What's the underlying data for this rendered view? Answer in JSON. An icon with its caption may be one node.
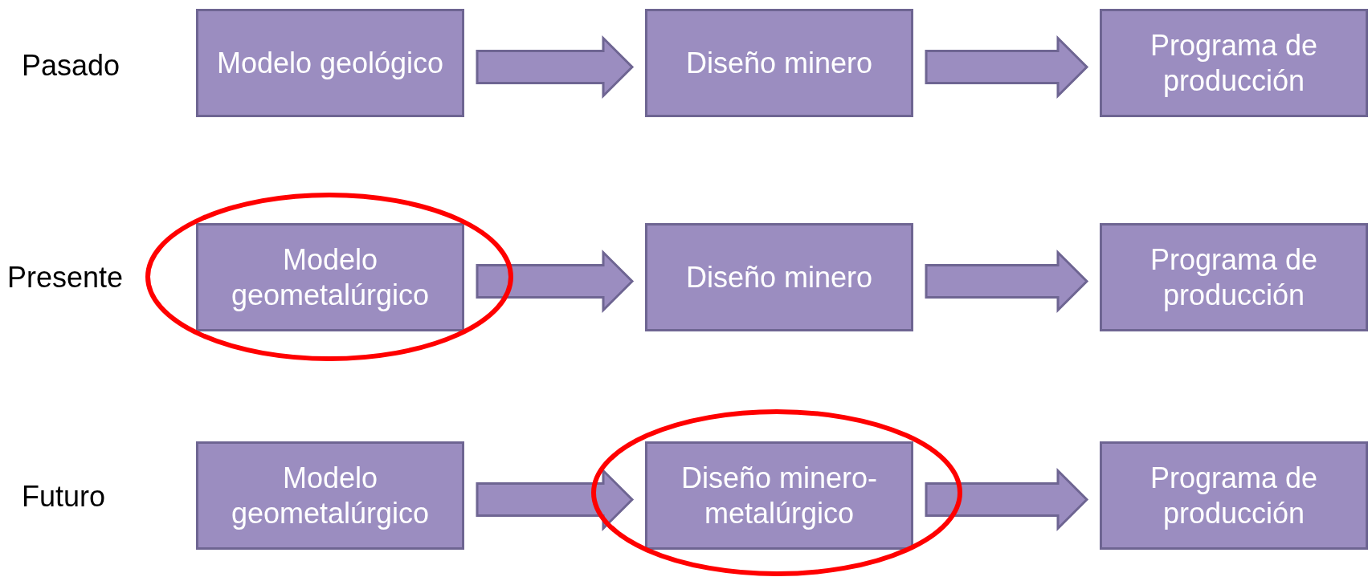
{
  "diagram": {
    "nodes": [
      {
        "text": [
          "Modelo geológico"
        ]
      },
      {
        "text": [
          "Diseño minero"
        ]
      },
      {
        "text": [
          "Programa de producción"
        ]
      },
      {
        "text": [
          "Modelo geometalúrgico"
        ]
      },
      {
        "text": [
          "Diseño minero"
        ]
      },
      {
        "text": [
          "Programa de producción"
        ]
      },
      {
        "text": [
          "Modelo geometalúrgico"
        ]
      },
      {
        "text": [
          "Diseño minero-metalúrgico"
        ]
      },
      {
        "text": [
          "Programa de producción"
        ]
      }
    ],
    "edges": [
      {
        "from": 0,
        "to": 1,
        "arrow": "to"
      },
      {
        "from": 1,
        "to": 2,
        "arrow": "to"
      },
      {
        "from": 3,
        "to": 4,
        "arrow": "to"
      },
      {
        "from": 4,
        "to": 5,
        "arrow": "to"
      },
      {
        "from": 6,
        "to": 7,
        "arrow": "to"
      },
      {
        "from": 7,
        "to": 8,
        "arrow": "to"
      }
    ],
    "labels": [
      "Pasado",
      "Presente",
      "Futuro"
    ]
  }
}
